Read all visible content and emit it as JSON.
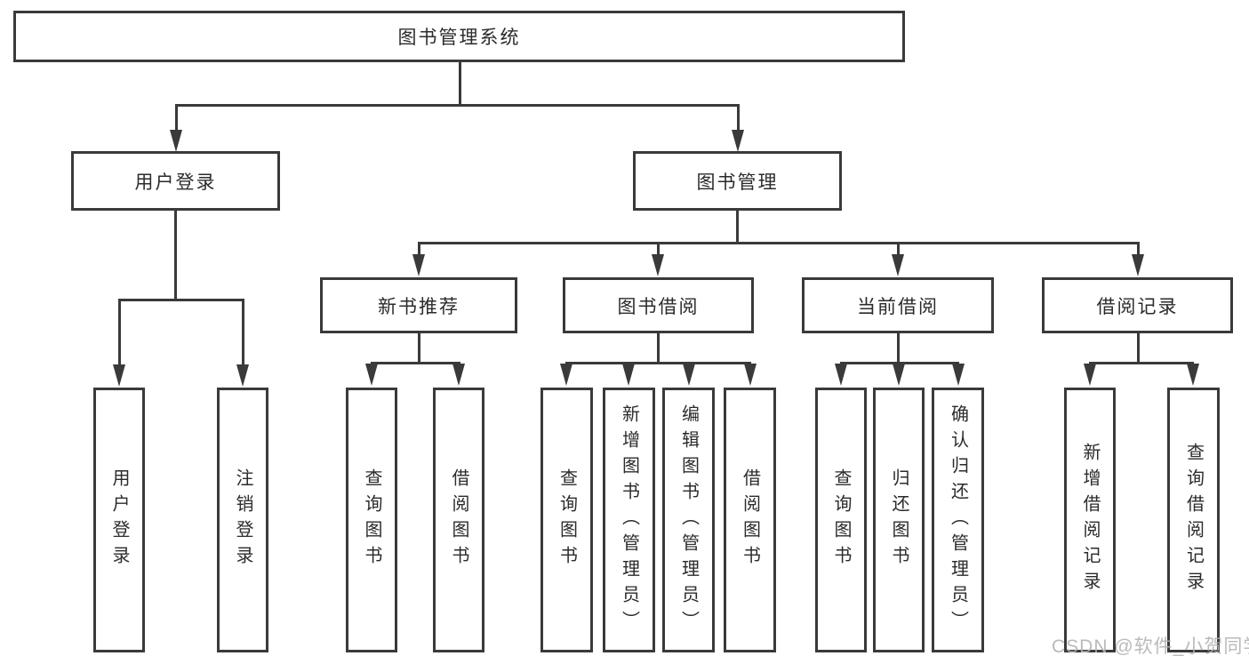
{
  "diagram": {
    "root": {
      "label": "图书管理系统"
    },
    "level2": [
      {
        "label": "用户登录"
      },
      {
        "label": "图书管理"
      }
    ],
    "level3": [
      {
        "label": "新书推荐"
      },
      {
        "label": "图书借阅"
      },
      {
        "label": "当前借阅"
      },
      {
        "label": "借阅记录"
      }
    ],
    "leaves": {
      "user_login": [
        {
          "label": "用户登录"
        },
        {
          "label": "注销登录"
        }
      ],
      "new_book_recommend": [
        {
          "label": "查询图书"
        },
        {
          "label": "借阅图书"
        }
      ],
      "book_borrow": [
        {
          "label": "查询图书"
        },
        {
          "label": "新增图书（管理员）"
        },
        {
          "label": "编辑图书（管理员）"
        },
        {
          "label": "借阅图书"
        }
      ],
      "current_borrow": [
        {
          "label": "查询图书"
        },
        {
          "label": "归还图书"
        },
        {
          "label": "确认归还（管理员）"
        }
      ],
      "borrow_records": [
        {
          "label": "新增借阅记录"
        },
        {
          "label": "查询借阅记录"
        }
      ]
    },
    "watermark": "CSDN @软件_小贺同学",
    "colors": {
      "line": "#3a3a3a",
      "text": "#2b2b2b",
      "background": "#ffffff",
      "watermark": "#b3b3b3"
    }
  }
}
